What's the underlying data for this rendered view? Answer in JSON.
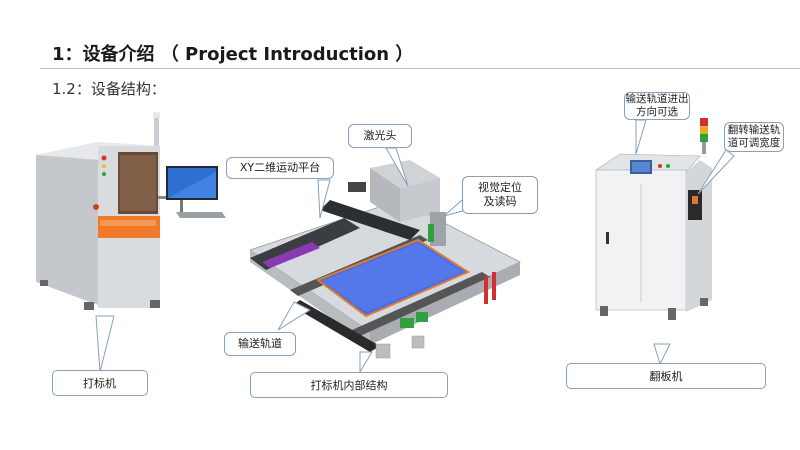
{
  "header": {
    "title": "1：设备介绍 （ Project Introduction ）",
    "subtitle": "1.2：设备结构："
  },
  "figures": {
    "marker_machine": {
      "label": "打标机"
    },
    "internal_structure": {
      "label": "打标机内部结构",
      "callouts": {
        "xy_platform": "XY二维运动平台",
        "laser_head": "激光头",
        "vision_positioning": "视觉定位及读码",
        "conveyor_rail": "输送轨道"
      }
    },
    "flipper": {
      "label": "翻板机",
      "callouts": {
        "rail_direction": "输送轨道进出方向可选",
        "flip_rail_width": "翻转输送轨道可调宽度"
      }
    }
  }
}
